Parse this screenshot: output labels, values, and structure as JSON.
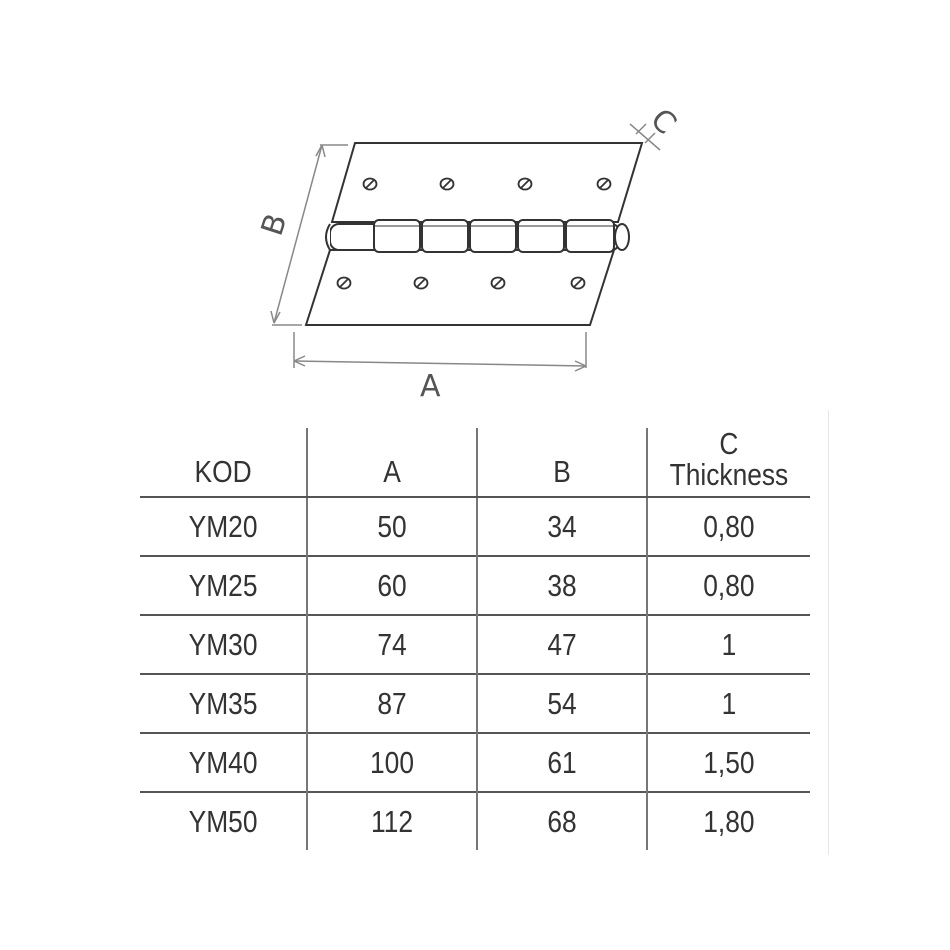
{
  "diagram": {
    "labels": {
      "a": "A",
      "b": "B",
      "c": "C"
    }
  },
  "table": {
    "headers": {
      "kod": "KOD",
      "a": "A",
      "b": "B",
      "c_top": "C",
      "c_bottom": "Thickness"
    },
    "rows": [
      {
        "kod": "YM20",
        "a": "50",
        "b": "34",
        "c": "0,80"
      },
      {
        "kod": "YM25",
        "a": "60",
        "b": "38",
        "c": "0,80"
      },
      {
        "kod": "YM30",
        "a": "74",
        "b": "47",
        "c": "1"
      },
      {
        "kod": "YM35",
        "a": "87",
        "b": "54",
        "c": "1"
      },
      {
        "kod": "YM40",
        "a": "100",
        "b": "61",
        "c": "1,50"
      },
      {
        "kod": "YM50",
        "a": "112",
        "b": "68",
        "c": "1,80"
      }
    ]
  }
}
